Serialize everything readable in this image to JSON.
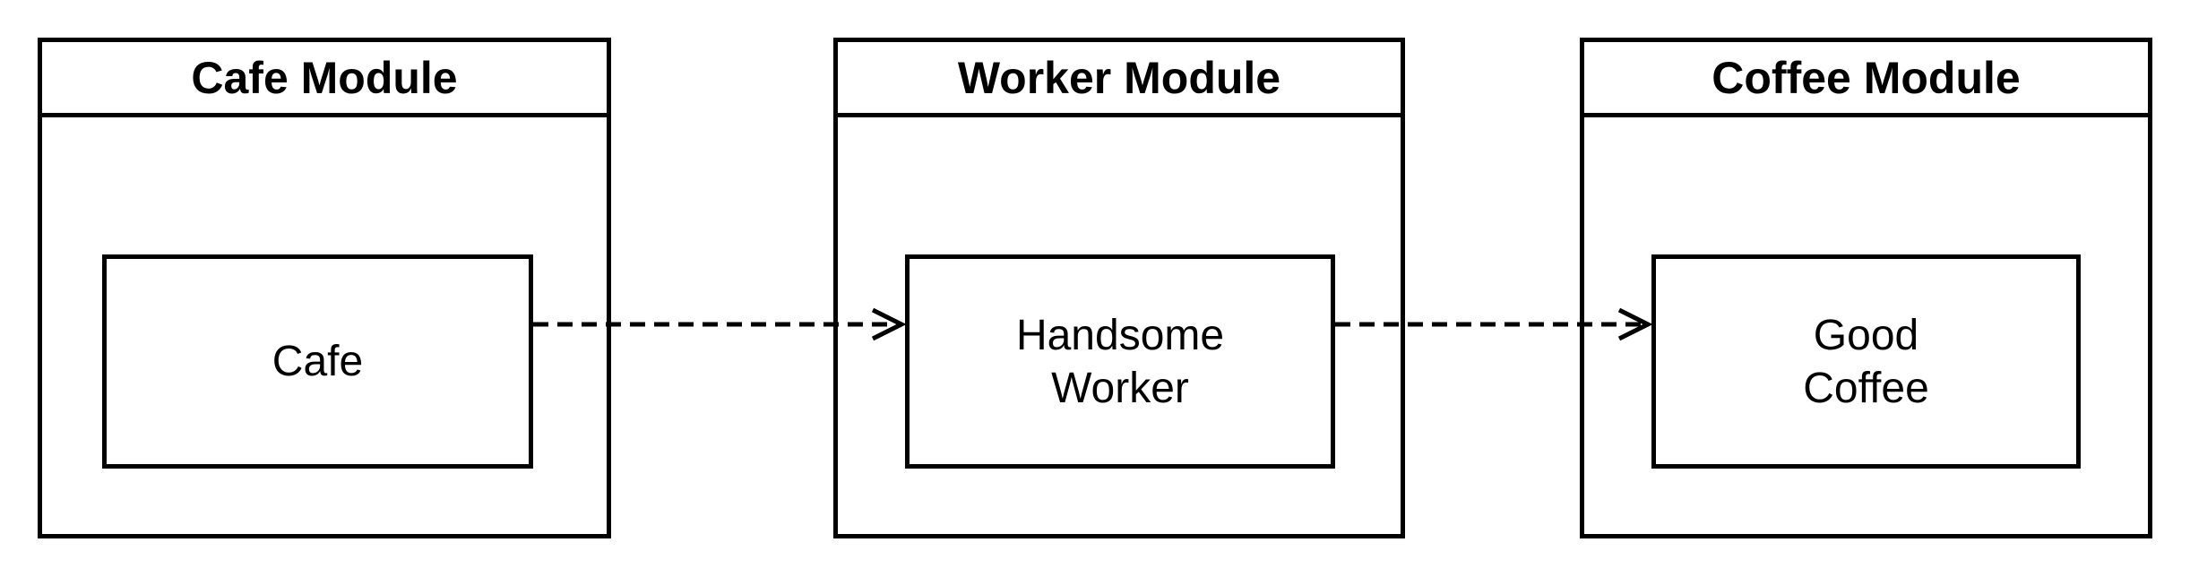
{
  "diagram": {
    "background_color": "#ffffff",
    "stroke_color": "#000000",
    "modules": [
      {
        "id": "cafe",
        "title": "Cafe Module",
        "node_lines": [
          "Cafe"
        ]
      },
      {
        "id": "worker",
        "title": "Worker Module",
        "node_lines": [
          "Handsome",
          "Worker"
        ]
      },
      {
        "id": "coffee",
        "title": "Coffee Module",
        "node_lines": [
          "Good",
          "Coffee"
        ]
      }
    ],
    "connections": [
      {
        "from": "Cafe",
        "to": "Handsome Worker",
        "style": "dashed-open-arrow"
      },
      {
        "from": "Handsome Worker",
        "to": "Good Coffee",
        "style": "dashed-open-arrow"
      }
    ]
  }
}
